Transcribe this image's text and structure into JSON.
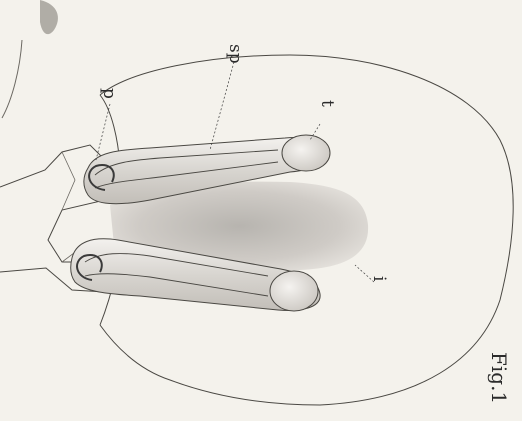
{
  "figure": {
    "caption": "Fig.1",
    "labels": {
      "sp": "sp",
      "p": "p",
      "t": "t",
      "i": "i"
    }
  },
  "colors": {
    "paper": "#f4f2ec",
    "ink": "#3a3a3a",
    "tube_fill": "#e2e0dc",
    "shade": "#bdb9b3"
  }
}
